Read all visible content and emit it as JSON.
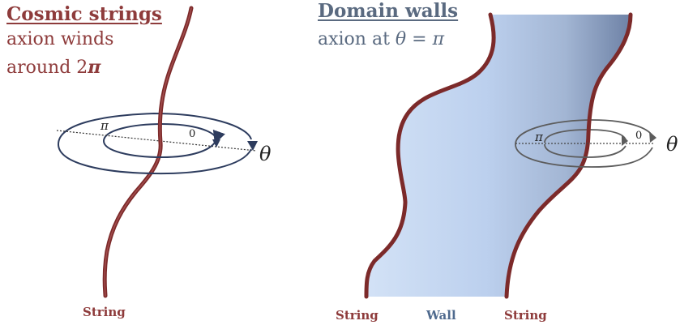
{
  "colors": {
    "string_red": "#8e3b3b",
    "wall_blue": "#4f6a8e",
    "loop_navy": "#2d3c5e",
    "loop_gray": "#5c5c5c"
  },
  "left_panel": {
    "title": "Cosmic strings",
    "subtitle_line1": "axion winds",
    "subtitle_line2_prefix": "around 2",
    "subtitle_line2_symbol": "π",
    "loop_pi": "π",
    "loop_zero": "0",
    "theta_axis": "θ",
    "bottom_label": "String"
  },
  "right_panel": {
    "title": "Domain walls",
    "subtitle_prefix": "axion at ",
    "subtitle_theta": "θ",
    "subtitle_eq": " = ",
    "subtitle_pi": "π",
    "loop_pi": "π",
    "loop_zero": "0",
    "theta_axis": "θ",
    "label_string_left": "String",
    "label_wall": "Wall",
    "label_string_right": "String"
  }
}
